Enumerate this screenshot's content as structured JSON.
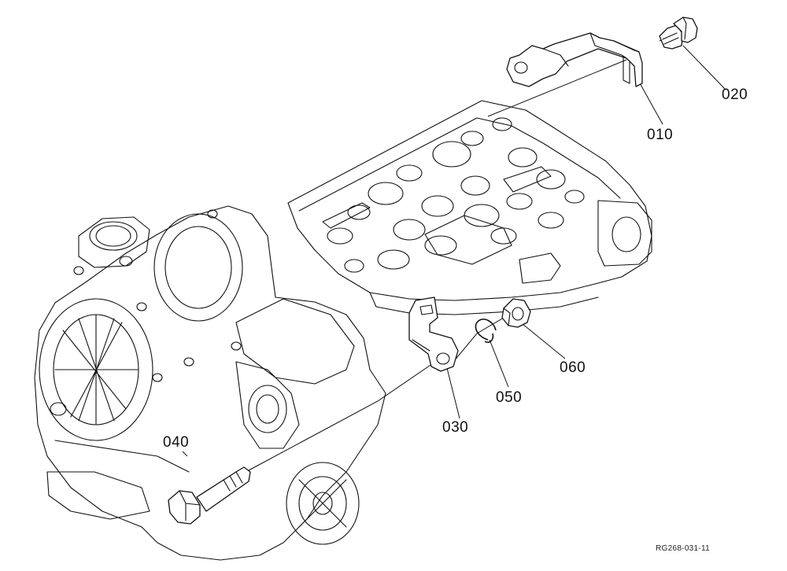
{
  "parts": [
    {
      "callout": "010",
      "icon": "bracket-icon"
    },
    {
      "callout": "020",
      "icon": "flange-bolt-icon"
    },
    {
      "callout": "030",
      "icon": "plate-bracket-icon"
    },
    {
      "callout": "040",
      "icon": "hex-bolt-icon"
    },
    {
      "callout": "050",
      "icon": "spring-washer-icon"
    },
    {
      "callout": "060",
      "icon": "hex-nut-icon"
    }
  ],
  "drawing_code": "RG268-031-11",
  "colors": {
    "line": "#111111",
    "background": "#ffffff"
  }
}
